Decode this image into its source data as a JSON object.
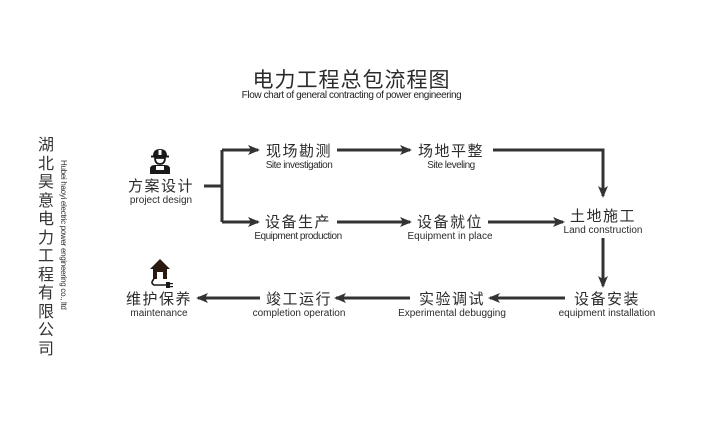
{
  "header": {
    "title": "电力工程总包流程图",
    "subtitle": "Flow chart of general contracting of power engineering"
  },
  "company": {
    "name_cn": "湖北昊意电力工程有限公司",
    "name_en": "Hubei haoyi electric power engineering co., ltd"
  },
  "nodes": {
    "project_design": {
      "cn": "方案设计",
      "en": "project design",
      "icon": "worker-helmet-icon"
    },
    "site_investigation": {
      "cn": "现场勘测",
      "en": "Site investigation"
    },
    "site_leveling": {
      "cn": "场地平整",
      "en": "Site leveling"
    },
    "equipment_production": {
      "cn": "设备生产",
      "en": "Equipment production"
    },
    "equipment_in_place": {
      "cn": "设备就位",
      "en": "Equipment in place"
    },
    "land_construction": {
      "cn": "土地施工",
      "en": "Land construction"
    },
    "equipment_installation": {
      "cn": "设备安装",
      "en": "equipment installation"
    },
    "experimental_debugging": {
      "cn": "实验调试",
      "en": "Experimental debugging"
    },
    "completion_operation": {
      "cn": "竣工运行",
      "en": "completion operation"
    },
    "maintenance": {
      "cn": "维护保养",
      "en": "maintenance",
      "icon": "house-plug-icon"
    }
  },
  "colors": {
    "line": "#333333",
    "text": "#2b2b2b",
    "background": "#ffffff"
  }
}
